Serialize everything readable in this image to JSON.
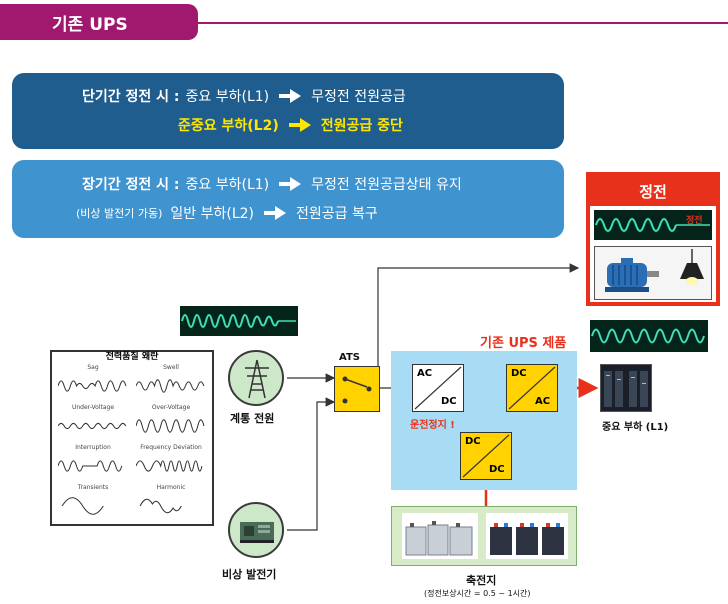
{
  "header": {
    "title": "기존 UPS"
  },
  "short_outage": {
    "heading": "단기간 정전 시 :",
    "row1_load": "중요 부하(L1)",
    "row1_result": "무정전 전원공급",
    "row2_load": "준중요 부하(L2)",
    "row2_result": "전원공급 중단"
  },
  "long_outage": {
    "heading": "장기간 정전 시 :",
    "row1_load": "중요 부하(L1)",
    "row1_result": "무정전 전원공급상태 유지",
    "note": "(비상 발전기 가동)",
    "row2_load": "일반 부하(L2)",
    "row2_result": "전원공급 복구"
  },
  "outage_panel": {
    "title": "정전",
    "wave_label": "정전"
  },
  "power_quality": {
    "title": "전력품질 왜란",
    "items": [
      "Sag",
      "Swell",
      "Under-Voltage",
      "Over-Voltage",
      "Interruption",
      "Frequency Deviation",
      "Transients",
      "Harmonic"
    ]
  },
  "diagram": {
    "grid_label": "계통 전원",
    "generator_label": "비상 발전기",
    "ats_label": "ATS",
    "ups_title": "기존 UPS 제품",
    "stop_label": "운전정지 !",
    "critical_load_label": "중요 부하 (L1)",
    "battery_label": "축전지",
    "battery_note": "(정전보상시간 = 0.5 ~ 1시간)",
    "converters": [
      {
        "in": "AC",
        "out": "DC"
      },
      {
        "in": "DC",
        "out": "AC"
      },
      {
        "in": "DC",
        "out": "DC"
      }
    ]
  },
  "colors": {
    "brand": "#a0196e",
    "short_box": "#1e5d8e",
    "long_box": "#3f93cf",
    "alert": "#e8311a",
    "highlight": "#ffe600",
    "converter": "#ffd200",
    "ups_panel": "#a7dcf4",
    "wave": "#3ee0b8"
  }
}
